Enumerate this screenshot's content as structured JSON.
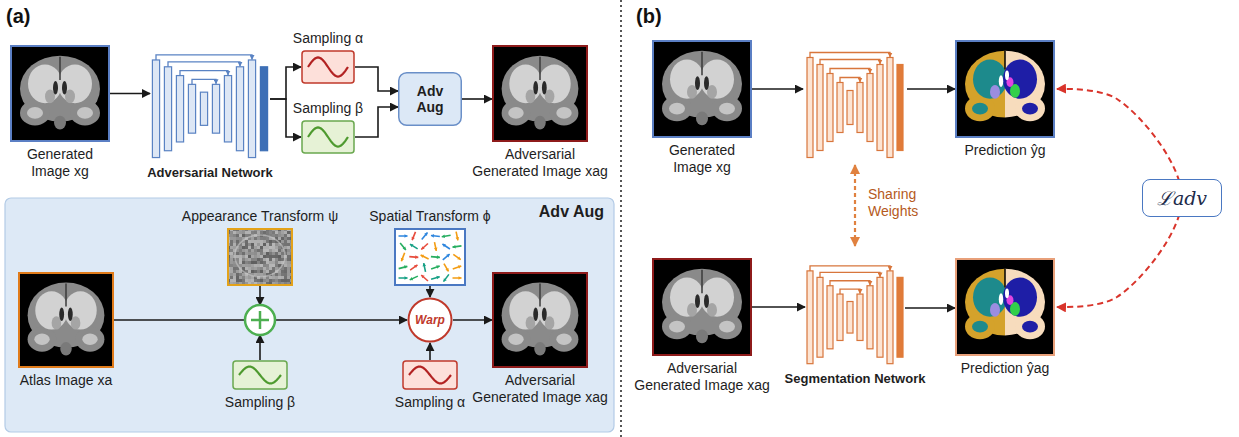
{
  "diagram": {
    "nodes": [
      {
        "text": [
          "Generated Image xg"
        ]
      },
      {
        "text": [
          "Adversarial Network"
        ]
      },
      {
        "text": [
          "Sampling α"
        ]
      },
      {
        "text": [
          "Sampling β"
        ]
      },
      {
        "text": [
          "Adv Aug"
        ]
      },
      {
        "text": [
          "Adversarial Generated Image xag"
        ]
      },
      {
        "text": [
          "Adv Aug"
        ]
      },
      {
        "text": [
          "Atlas Image xa"
        ],
        "in": 6
      },
      {
        "text": [
          "Appearance Transform ψ"
        ],
        "in": 6
      },
      {
        "text": [
          "Spatial Transform ϕ"
        ],
        "in": 6
      },
      {
        "text": [
          "Sampling β"
        ],
        "in": 6
      },
      {
        "text": [
          "Sampling α"
        ],
        "in": 6
      },
      {
        "text": [
          "Warp"
        ],
        "in": 6
      },
      {
        "text": [
          "Adversarial Generated Image xag"
        ],
        "in": 6
      },
      {
        "text": [
          "Generated Image xg"
        ]
      },
      {
        "text": [
          "Prediction ŷg"
        ]
      },
      {
        "text": [
          "Adversarial Generated Image xag"
        ]
      },
      {
        "text": [
          "Segmentation Network"
        ]
      },
      {
        "text": [
          "Prediction ŷag"
        ]
      }
    ],
    "edges": [
      {
        "from": 0,
        "to": 1,
        "arrow": "to"
      },
      {
        "from": 1,
        "to": 2,
        "arrow": "to"
      },
      {
        "from": 1,
        "to": 3,
        "arrow": "to"
      },
      {
        "from": 2,
        "to": 4,
        "arrow": "to"
      },
      {
        "from": 3,
        "to": 4,
        "arrow": "to"
      },
      {
        "from": 4,
        "to": 5,
        "arrow": "to"
      },
      {
        "from": 7,
        "to": 12,
        "arrow": "to"
      },
      {
        "from": 9,
        "to": 12,
        "arrow": "to"
      },
      {
        "from": 11,
        "to": 12,
        "arrow": "to"
      },
      {
        "from": 12,
        "to": 13,
        "arrow": "to"
      },
      {
        "from": 16,
        "to": 17,
        "arrow": "to"
      },
      {
        "from": 17,
        "to": 18,
        "arrow": "to"
      },
      {
        "from": 15,
        "to": 18,
        "label": "ℒadv",
        "arrow": "both"
      }
    ],
    "labels": [
      "(a)",
      "(b)",
      "Sharing Weights"
    ]
  }
}
